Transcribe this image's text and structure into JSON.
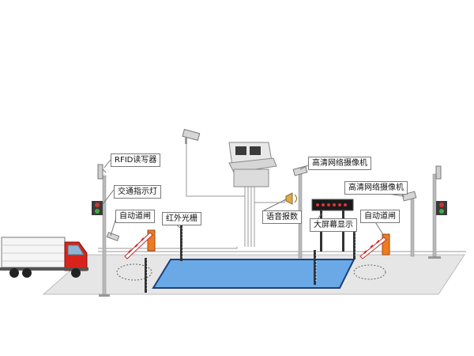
{
  "labels": {
    "rfid_reader": "RFID读写器",
    "traffic_light": "交通指示灯",
    "barrier_left": "自动道闸",
    "ir_grating": "红外光栅",
    "voice_broadcast": "语音报数",
    "camera_top": "高清网络摄像机",
    "camera_right": "高清网络摄像机",
    "big_screen": "大屏幕显示",
    "barrier_right": "自动道闸"
  },
  "colors": {
    "ground": "#e4e4e4",
    "platform": "#6aa9e6",
    "barrier_box": "#f07a1e",
    "truck_cab": "#d8231c"
  }
}
